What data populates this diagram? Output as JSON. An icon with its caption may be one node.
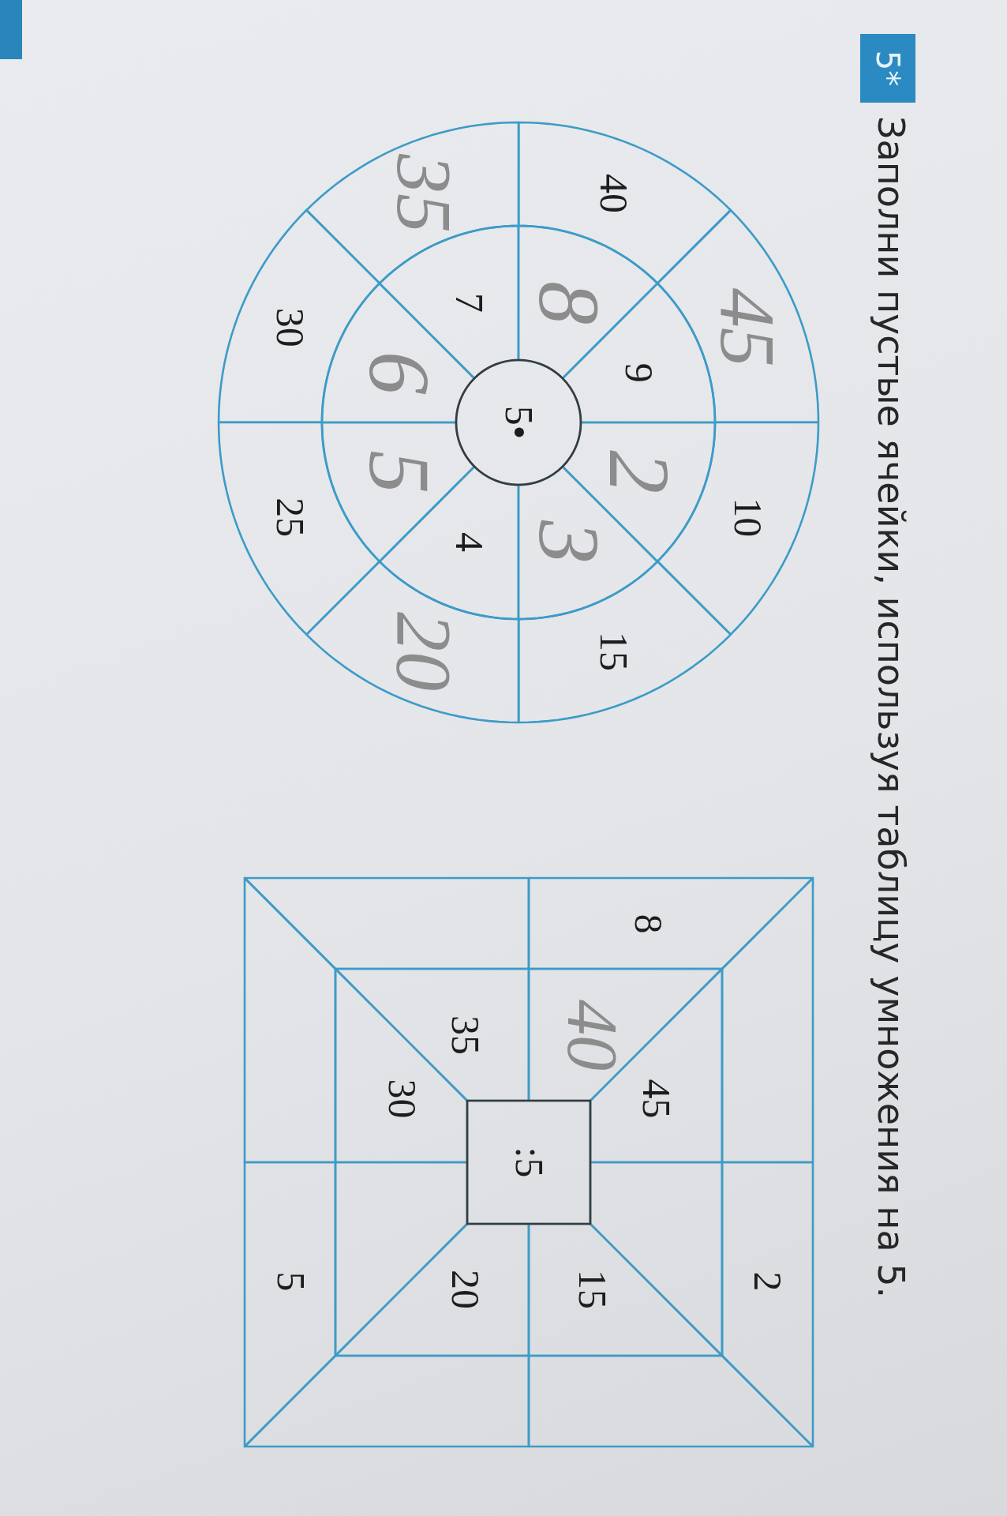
{
  "diagram": {
    "title": "Заполни пустые ячейки, используя таблицу умножения на 5.",
    "nodes": [
      {
        "text": [
          "5*"
        ]
      },
      {
        "text": [
          "5•"
        ]
      },
      {
        "text": [
          "2"
        ]
      },
      {
        "text": [
          "3"
        ]
      },
      {
        "text": [
          "4"
        ]
      },
      {
        "text": [
          "5"
        ]
      },
      {
        "text": [
          "6"
        ]
      },
      {
        "text": [
          "7"
        ]
      },
      {
        "text": [
          "8"
        ]
      },
      {
        "text": [
          "9"
        ]
      },
      {
        "text": [
          "10"
        ]
      },
      {
        "text": [
          "15"
        ]
      },
      {
        "text": [
          "20"
        ]
      },
      {
        "text": [
          "25"
        ]
      },
      {
        "text": [
          "30"
        ]
      },
      {
        "text": [
          "35"
        ]
      },
      {
        "text": [
          "40"
        ]
      },
      {
        "text": [
          "45"
        ]
      },
      {
        "text": [
          ":5"
        ]
      },
      {
        "text": [],
        "shape": "trapezoid"
      },
      {
        "text": [
          "15"
        ]
      },
      {
        "text": [
          "20"
        ]
      },
      {
        "text": [],
        "shape": "trapezoid"
      },
      {
        "text": [
          "30"
        ]
      },
      {
        "text": [
          "35"
        ]
      },
      {
        "text": [
          "40"
        ]
      },
      {
        "text": [
          "45"
        ]
      },
      {
        "text": [
          "2"
        ]
      },
      {
        "text": [],
        "shape": "trapezoid"
      },
      {
        "text": [],
        "shape": "trapezoid"
      },
      {
        "text": [
          "5"
        ]
      },
      {
        "text": [],
        "shape": "trapezoid"
      },
      {
        "text": [],
        "shape": "trapezoid"
      },
      {
        "text": [
          "8"
        ]
      },
      {
        "text": [],
        "shape": "trapezoid"
      },
      {
        "text": [],
        "shape": "box"
      }
    ]
  }
}
